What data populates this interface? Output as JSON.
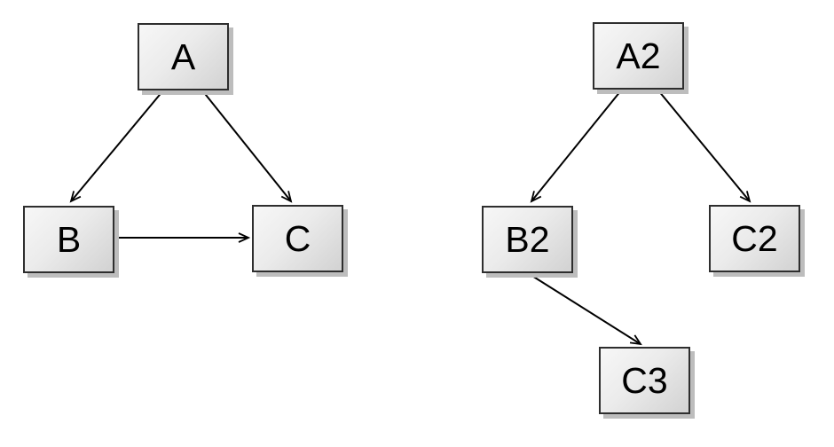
{
  "diagrams": {
    "left": {
      "nodes": [
        {
          "id": "A",
          "label": "A"
        },
        {
          "id": "B",
          "label": "B"
        },
        {
          "id": "C",
          "label": "C"
        }
      ],
      "edges": [
        {
          "from": "A",
          "to": "B"
        },
        {
          "from": "A",
          "to": "C"
        },
        {
          "from": "B",
          "to": "C"
        }
      ]
    },
    "right": {
      "nodes": [
        {
          "id": "A2",
          "label": "A2"
        },
        {
          "id": "B2",
          "label": "B2"
        },
        {
          "id": "C2",
          "label": "C2"
        },
        {
          "id": "C3",
          "label": "C3"
        }
      ],
      "edges": [
        {
          "from": "A2",
          "to": "B2"
        },
        {
          "from": "A2",
          "to": "C2"
        },
        {
          "from": "B2",
          "to": "C3"
        }
      ]
    }
  },
  "style": {
    "background": "#ffffff",
    "node_border": "#2e2e2e",
    "node_fill_light": "#f7f7f7",
    "node_fill_dark": "#d2d2d2",
    "node_shadow": "#bdbdbd",
    "edge_color": "#000000",
    "text_color": "#000000"
  }
}
